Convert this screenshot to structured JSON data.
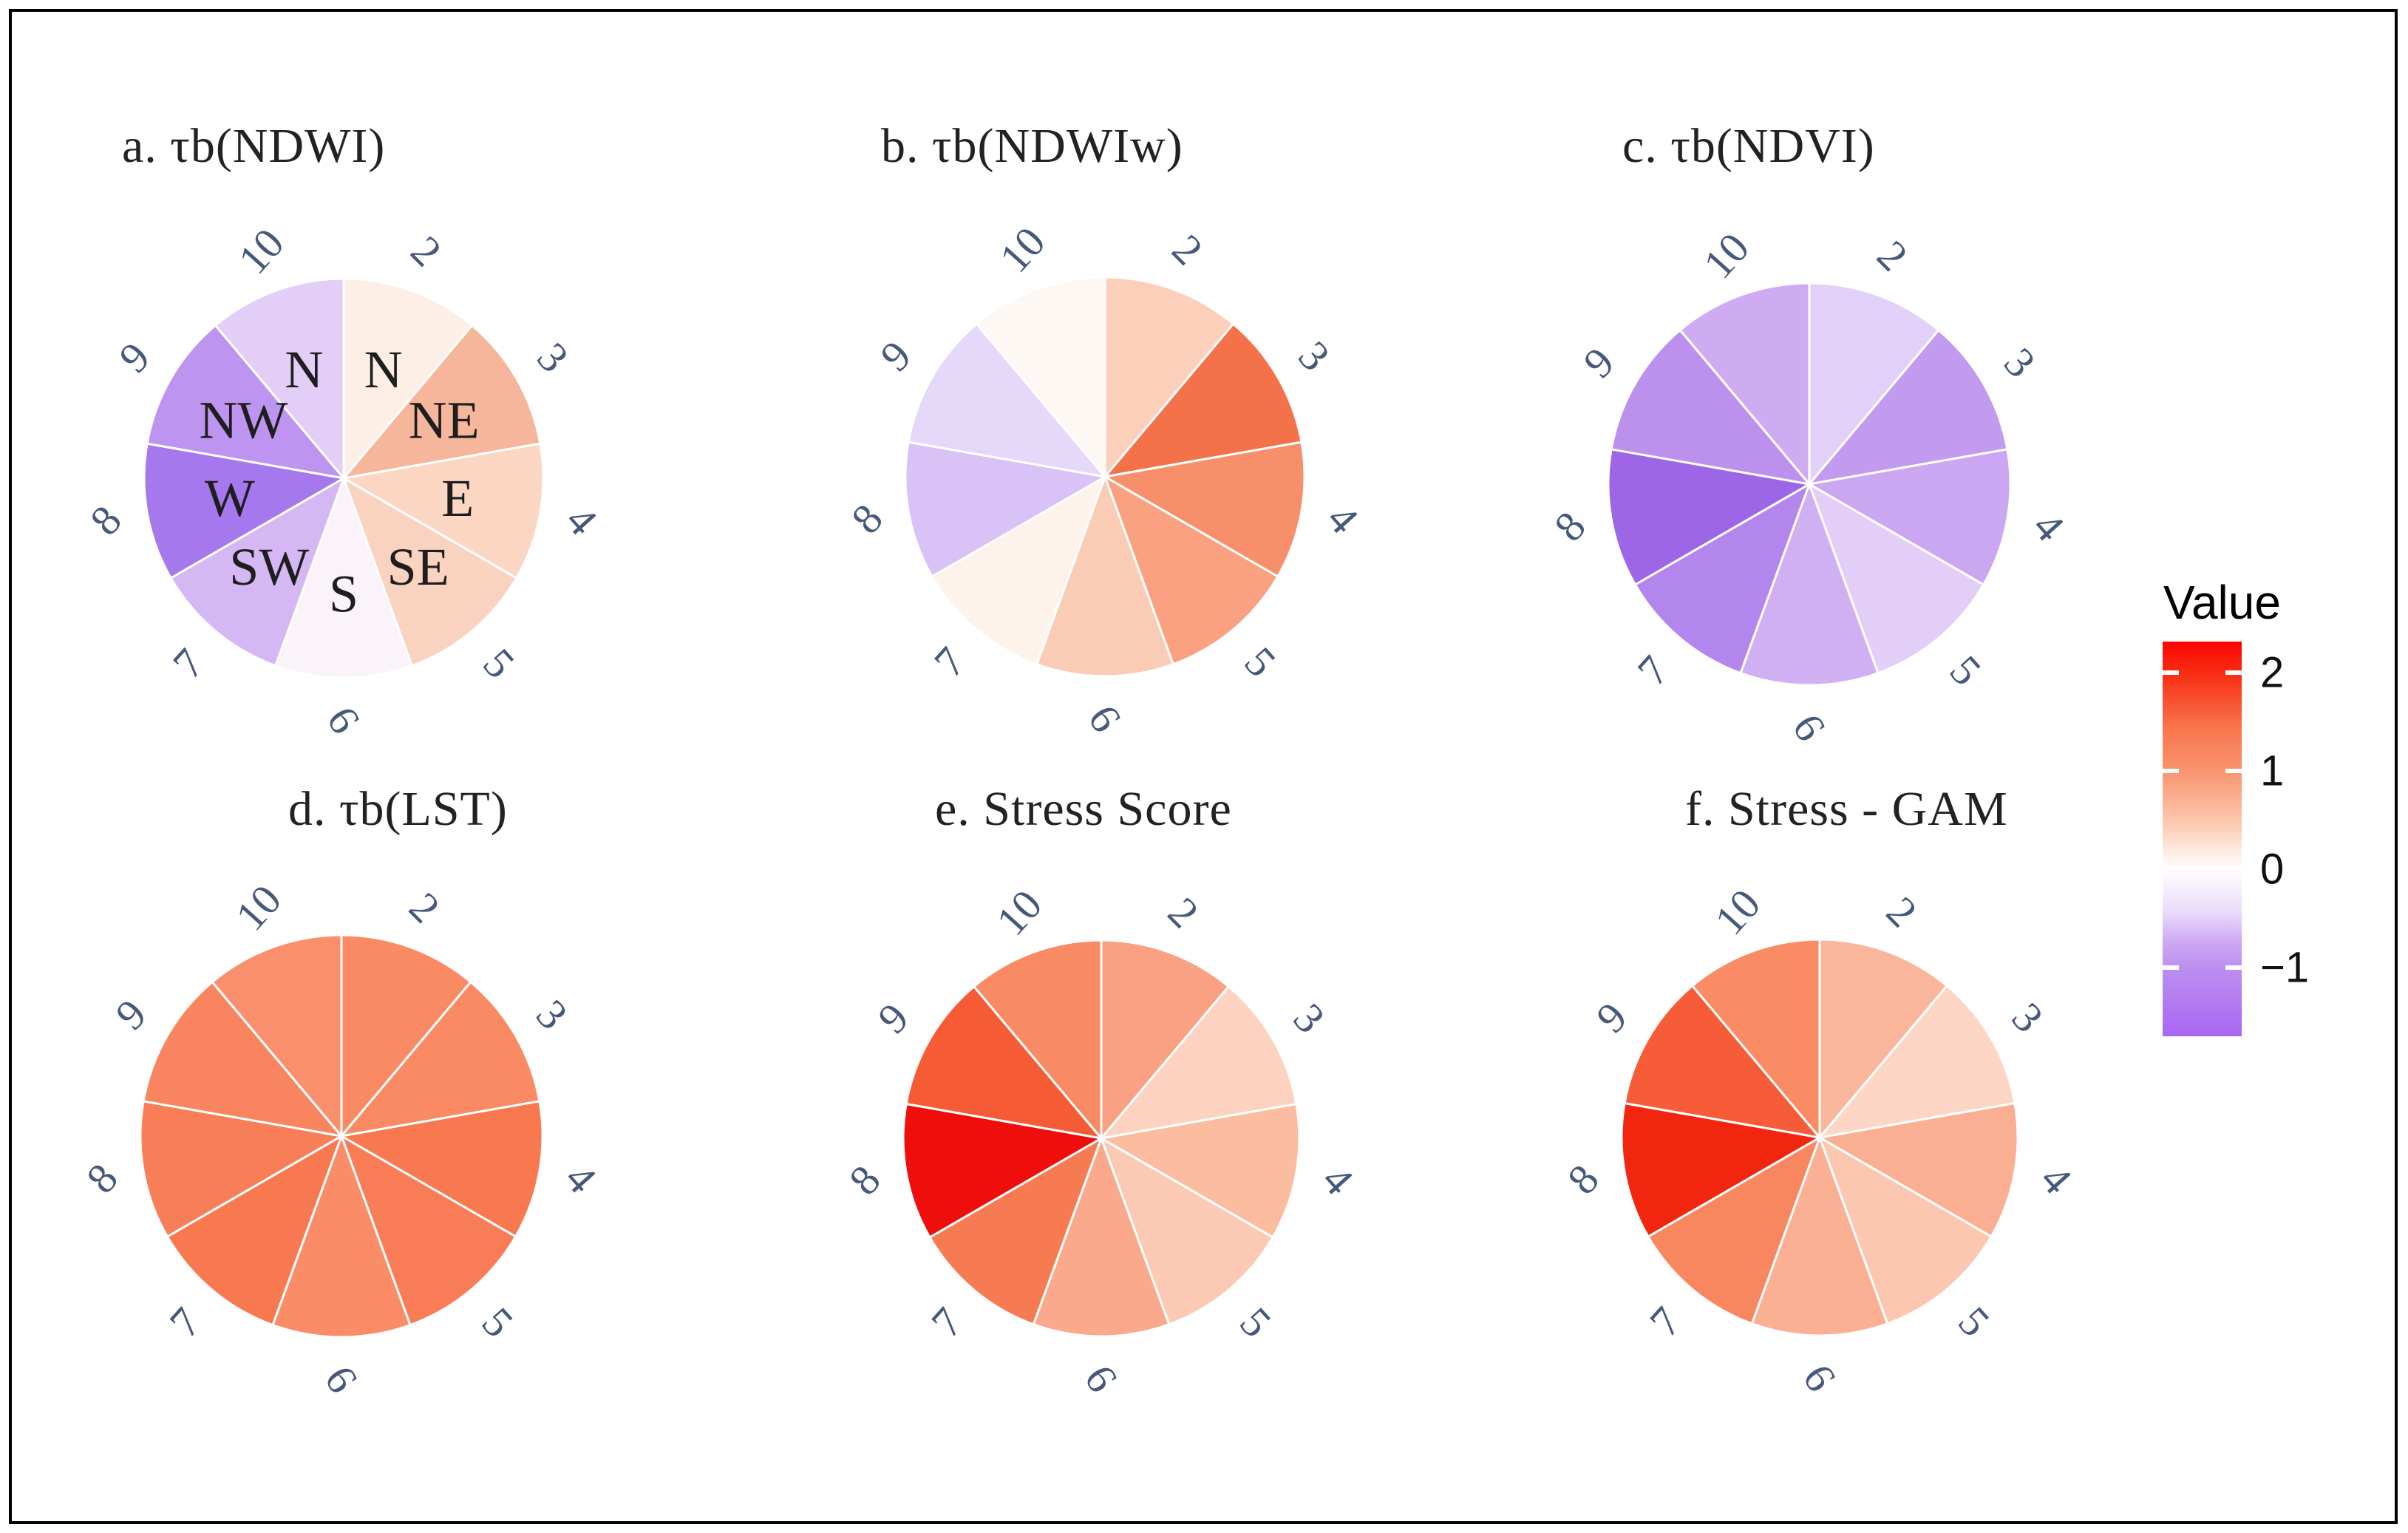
{
  "figure": {
    "description": "Six polar rose charts of monthly values (months 2-10) colored by a diverging red-white-purple scale",
    "panels": [
      {
        "id": "a",
        "title": "a. τb(NDWI)"
      },
      {
        "id": "b",
        "title": "b. τb(NDWIw)"
      },
      {
        "id": "c",
        "title": "c. τb(NDVI)"
      },
      {
        "id": "d",
        "title": "d. τb(LST)"
      },
      {
        "id": "e",
        "title": "e. Stress Score"
      },
      {
        "id": "f",
        "title": "f. Stress - GAM"
      }
    ]
  },
  "legend": {
    "title": "Value",
    "ticks": [
      {
        "label": "2",
        "value": 2
      },
      {
        "label": "1",
        "value": 1
      },
      {
        "label": "0",
        "value": 0
      },
      {
        "label": "−1",
        "value": -1
      }
    ],
    "scale_range": [
      -1.7,
      2.3
    ],
    "colors": {
      "high": "#fa0603",
      "mid": "#ffffff",
      "low": "#a866f2"
    },
    "position": "right"
  },
  "chart_data": [
    {
      "id": "a",
      "type": "pie",
      "subtype": "equal-slice rose, color encodes value",
      "title": "a. τb(NDWI)",
      "categories": [
        "2",
        "3",
        "4",
        "5",
        "6",
        "7",
        "8",
        "9",
        "10"
      ],
      "sector_direction_labels": [
        "N",
        "NE",
        "E",
        "SE",
        "S",
        "SW",
        "W",
        "NW",
        "N"
      ],
      "colors": [
        "#fdeee6",
        "#f6b69b",
        "#fbd6c3",
        "#fad3c0",
        "#fbf3fa",
        "#d5b7f3",
        "#a678ed",
        "#bd94ef",
        "#e2cef7"
      ],
      "values_est": [
        0.1,
        0.7,
        0.4,
        0.4,
        -0.05,
        -0.5,
        -1.2,
        -0.9,
        -0.35
      ],
      "color_encodes": "Value (see legend)"
    },
    {
      "id": "b",
      "type": "pie",
      "subtype": "equal-slice rose, color encodes value",
      "title": "b. τb(NDWIw)",
      "categories": [
        "2",
        "3",
        "4",
        "5",
        "6",
        "7",
        "8",
        "9",
        "10"
      ],
      "sector_direction_labels": [],
      "colors": [
        "#fccfbb",
        "#f4724a",
        "#f88f6b",
        "#f9a181",
        "#fbccb5",
        "#fdf3eb",
        "#d8c2f6",
        "#e6d8f9",
        "#fdf8f4"
      ],
      "values_est": [
        0.45,
        1.35,
        1.05,
        0.9,
        0.45,
        0.05,
        -0.55,
        -0.3,
        0.05
      ],
      "color_encodes": "Value (see legend)"
    },
    {
      "id": "c",
      "type": "pie",
      "subtype": "equal-slice rose, color encodes value",
      "title": "c. τb(NDVI)",
      "categories": [
        "2",
        "3",
        "4",
        "5",
        "6",
        "7",
        "8",
        "9",
        "10"
      ],
      "sector_direction_labels": [],
      "colors": [
        "#e3d0f8",
        "#c29af0",
        "#cba7f2",
        "#e3cef8",
        "#d1aff3",
        "#b286ec",
        "#9d66e7",
        "#bc91ee",
        "#cfacf2"
      ],
      "values_est": [
        -0.35,
        -0.85,
        -0.75,
        -0.4,
        -0.65,
        -1.0,
        -1.35,
        -0.95,
        -0.7
      ],
      "color_encodes": "Value (see legend)"
    },
    {
      "id": "d",
      "type": "pie",
      "subtype": "equal-slice rose, color encodes value",
      "title": "d. τb(LST)",
      "categories": [
        "2",
        "3",
        "4",
        "5",
        "6",
        "7",
        "8",
        "9",
        "10"
      ],
      "sector_direction_labels": [],
      "colors": [
        "#fa8a64",
        "#fa8a64",
        "#f87950",
        "#f87c55",
        "#fa8c68",
        "#f87950",
        "#f87e57",
        "#f98560",
        "#fa8f6d"
      ],
      "values_est": [
        1.05,
        1.05,
        1.25,
        1.2,
        1.0,
        1.25,
        1.2,
        1.1,
        1.0
      ],
      "color_encodes": "Value (see legend)"
    },
    {
      "id": "e",
      "type": "pie",
      "subtype": "equal-slice rose, color encodes value",
      "title": "e. Stress Score",
      "categories": [
        "2",
        "3",
        "4",
        "5",
        "6",
        "7",
        "8",
        "9",
        "10"
      ],
      "sector_direction_labels": [],
      "colors": [
        "#f9a182",
        "#fdd2c0",
        "#fbbc9f",
        "#fccab4",
        "#faa98c",
        "#f77b52",
        "#ee0f0c",
        "#f55c36",
        "#f88a64"
      ],
      "values_est": [
        0.85,
        0.4,
        0.6,
        0.45,
        0.8,
        1.3,
        2.3,
        1.55,
        1.05
      ],
      "color_encodes": "Value (see legend)"
    },
    {
      "id": "f",
      "type": "pie",
      "subtype": "equal-slice rose, color encodes value",
      "title": "f. Stress - GAM",
      "categories": [
        "2",
        "3",
        "4",
        "5",
        "6",
        "7",
        "8",
        "9",
        "10"
      ],
      "sector_direction_labels": [],
      "colors": [
        "#fab69a",
        "#fdd5c4",
        "#fbaf92",
        "#fcc7b0",
        "#fbb094",
        "#f88760",
        "#f2250f",
        "#f65c37",
        "#f98b65"
      ],
      "values_est": [
        0.65,
        0.35,
        0.7,
        0.5,
        0.7,
        1.15,
        2.1,
        1.55,
        1.05
      ],
      "color_encodes": "Value (see legend)"
    }
  ]
}
